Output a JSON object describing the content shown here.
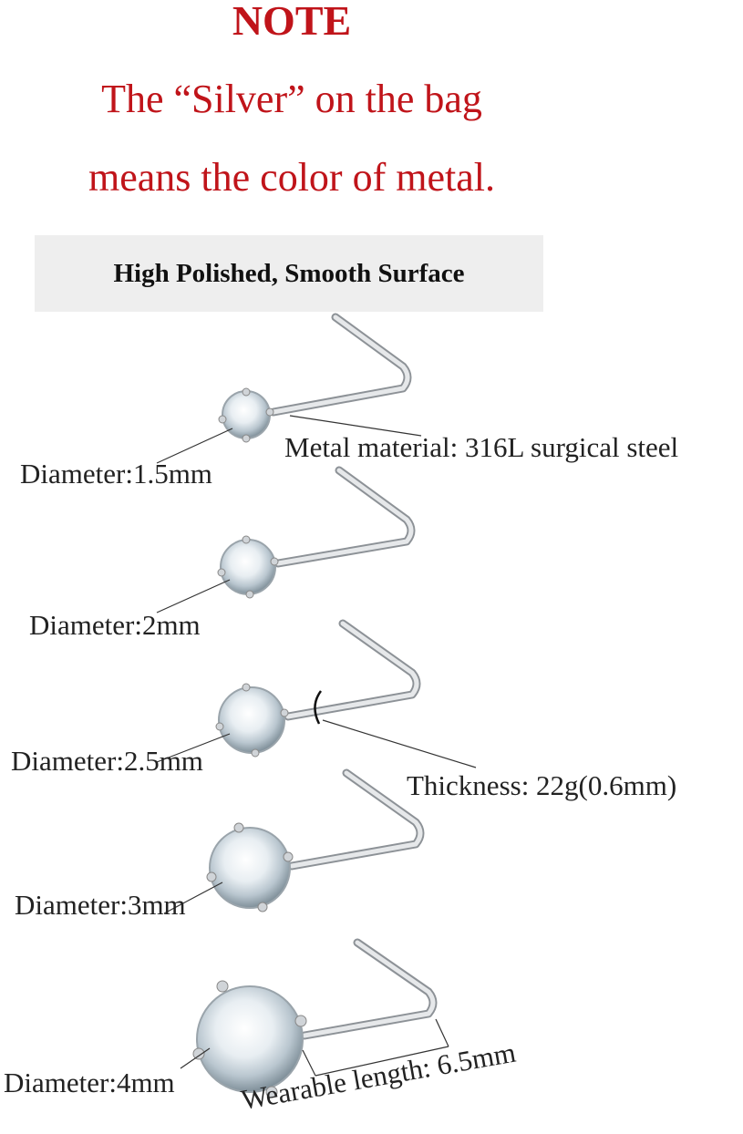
{
  "note": {
    "title": "NOTE",
    "line1": "The “Silver” on the bag",
    "line2": "means the color of metal."
  },
  "banner": {
    "text": "High Polished, Smooth Surface"
  },
  "labels": {
    "material": "Metal material: 316L surgical steel",
    "diameter_1": "Diameter:1.5mm",
    "diameter_2": "Diameter:2mm",
    "diameter_3": "Diameter:2.5mm",
    "thickness": "Thickness: 22g(0.6mm)",
    "diameter_4": "Diameter:3mm",
    "diameter_5": "Diameter:4mm",
    "wearable": "Wearable length: 6.5mm"
  },
  "colors": {
    "note_red": "#c0141a",
    "banner_bg": "#eeeeee",
    "steel": "#c9ccd0"
  }
}
